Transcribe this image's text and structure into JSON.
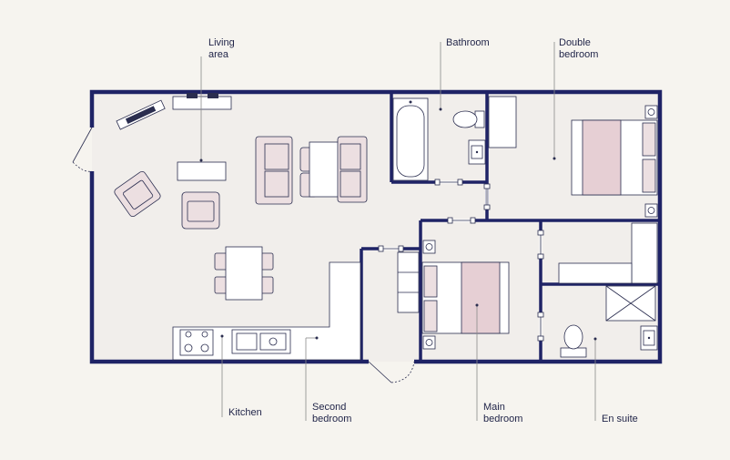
{
  "colors": {
    "background": "#f6f4ef",
    "floor": "#f1eeeb",
    "wall": "#1f2366",
    "upholstery": "#ecdfe1",
    "bed_cover": "#e6cfd4",
    "label_text": "#1f2347"
  },
  "rooms": {
    "living_area": [
      "Living",
      "area"
    ],
    "bathroom": [
      "Bathroom"
    ],
    "double_bedroom": [
      "Double",
      "bedroom"
    ],
    "kitchen": [
      "Kitchen"
    ],
    "second_bedroom": [
      "Second",
      "bedroom"
    ],
    "main_bedroom": [
      "Main",
      "bedroom"
    ],
    "en_suite": [
      "En suite"
    ]
  }
}
